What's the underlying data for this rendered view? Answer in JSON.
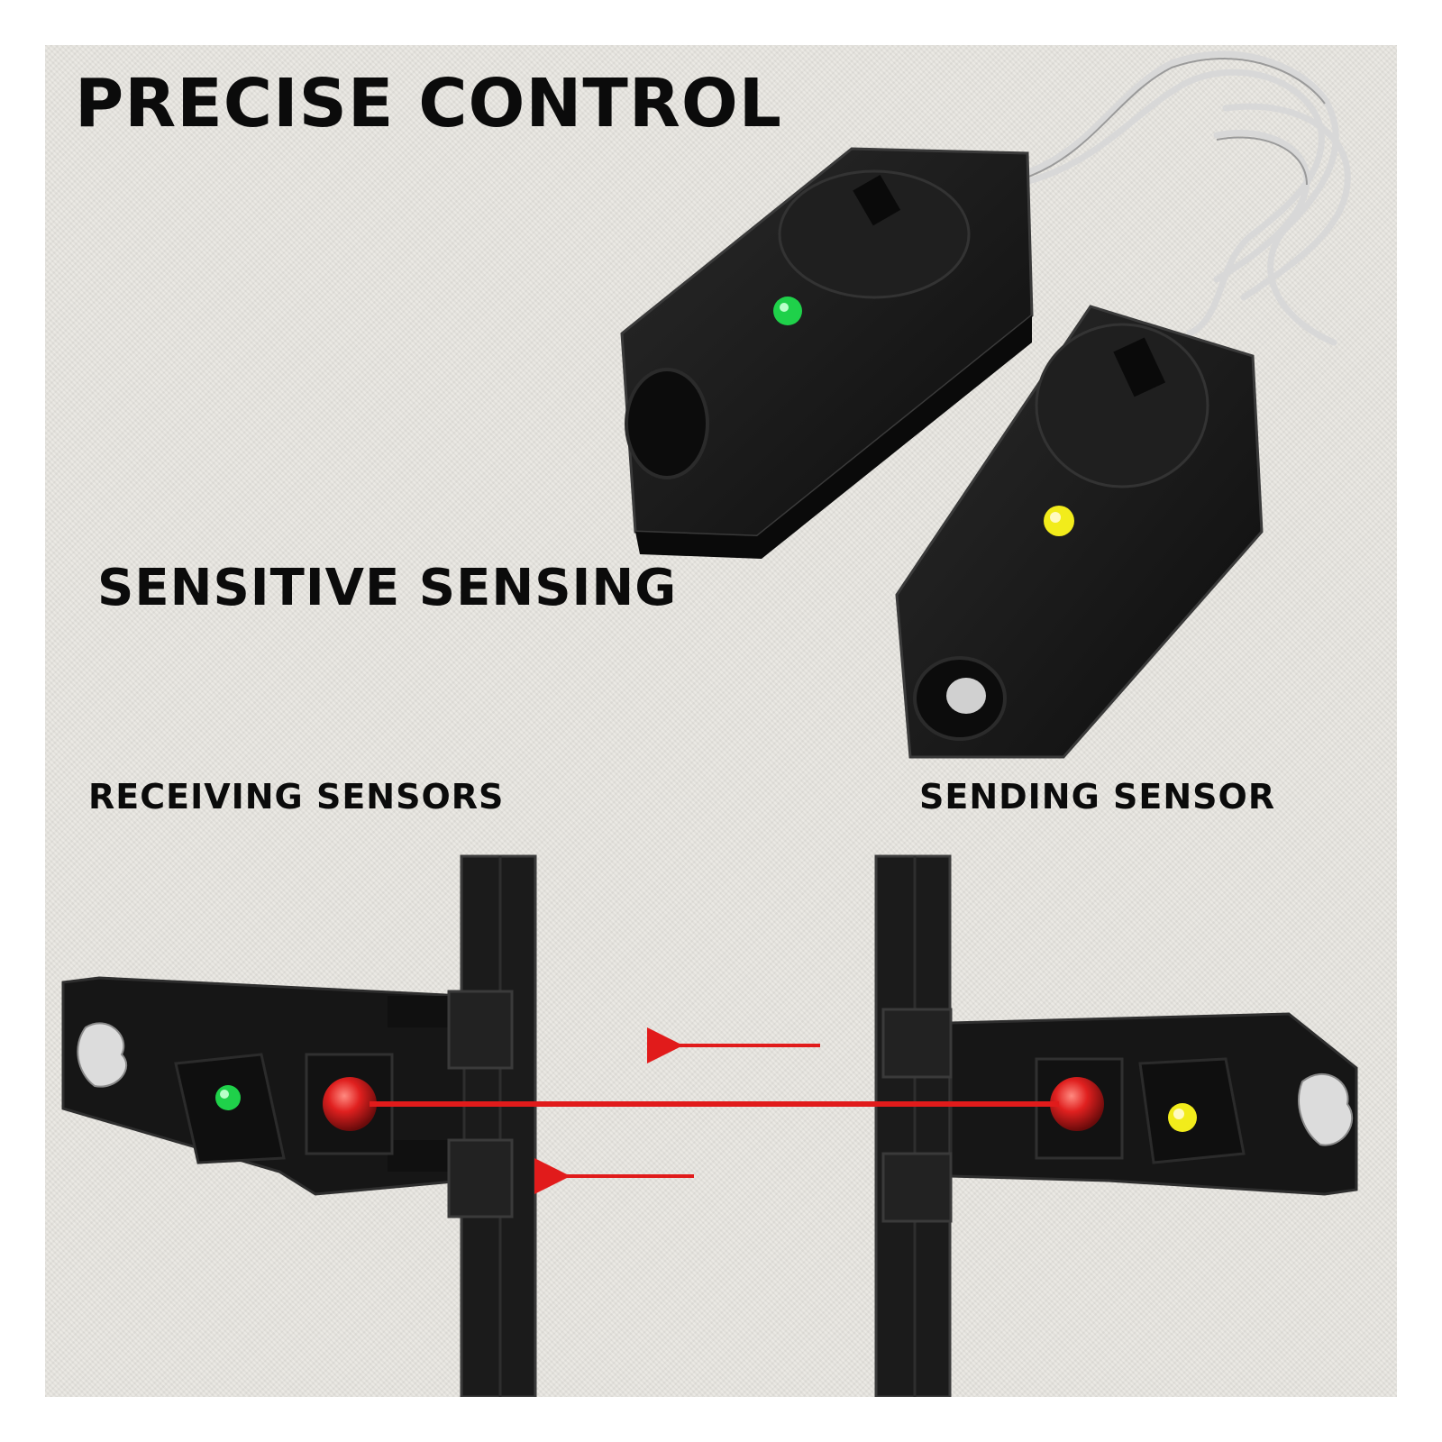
{
  "captions": {
    "precise_control": "PRECISE CONTROL",
    "sensitive_sensing": "SENSITIVE SENSING",
    "receiving_sensors": "RECEIVING SENSORS",
    "sending_sensor": "SENDING SENSOR"
  },
  "colors": {
    "background": "#e9e7e2",
    "sensor_body": "#161616",
    "led_green": "#1fd14a",
    "led_yellow": "#f2ec1b",
    "led_red": "#e0201f",
    "beam": "#e11b1b",
    "text": "#0b0b0b"
  }
}
